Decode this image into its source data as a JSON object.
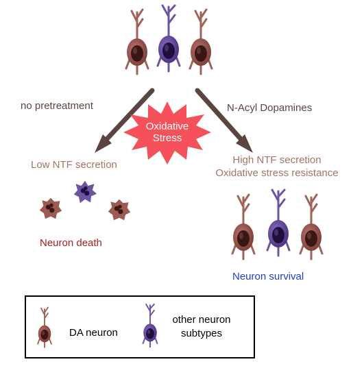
{
  "labels": {
    "left_branch": "no pretreatment",
    "right_branch": "N-Acyl Dopamines",
    "stress_line1": "Oxidative",
    "stress_line2": "Stress",
    "low_ntf": "Low NTF secretion",
    "high_ntf_line1": "High NTF secretion",
    "high_ntf_line2": "Oxidative stress resistance",
    "death": "Neuron death",
    "survival": "Neuron survival"
  },
  "legend": {
    "da_neuron": "DA neuron",
    "other_line1": "other neuron",
    "other_line2": "subtypes"
  },
  "colors": {
    "da_neuron": "#8b4a44",
    "other_neuron": "#5a3f8f",
    "arrow": "#5a4540",
    "stress_burst": "#f4515b",
    "death_text": "#a8201f",
    "survival_text": "#1f3fd1",
    "ntf_text": "#a87266"
  }
}
